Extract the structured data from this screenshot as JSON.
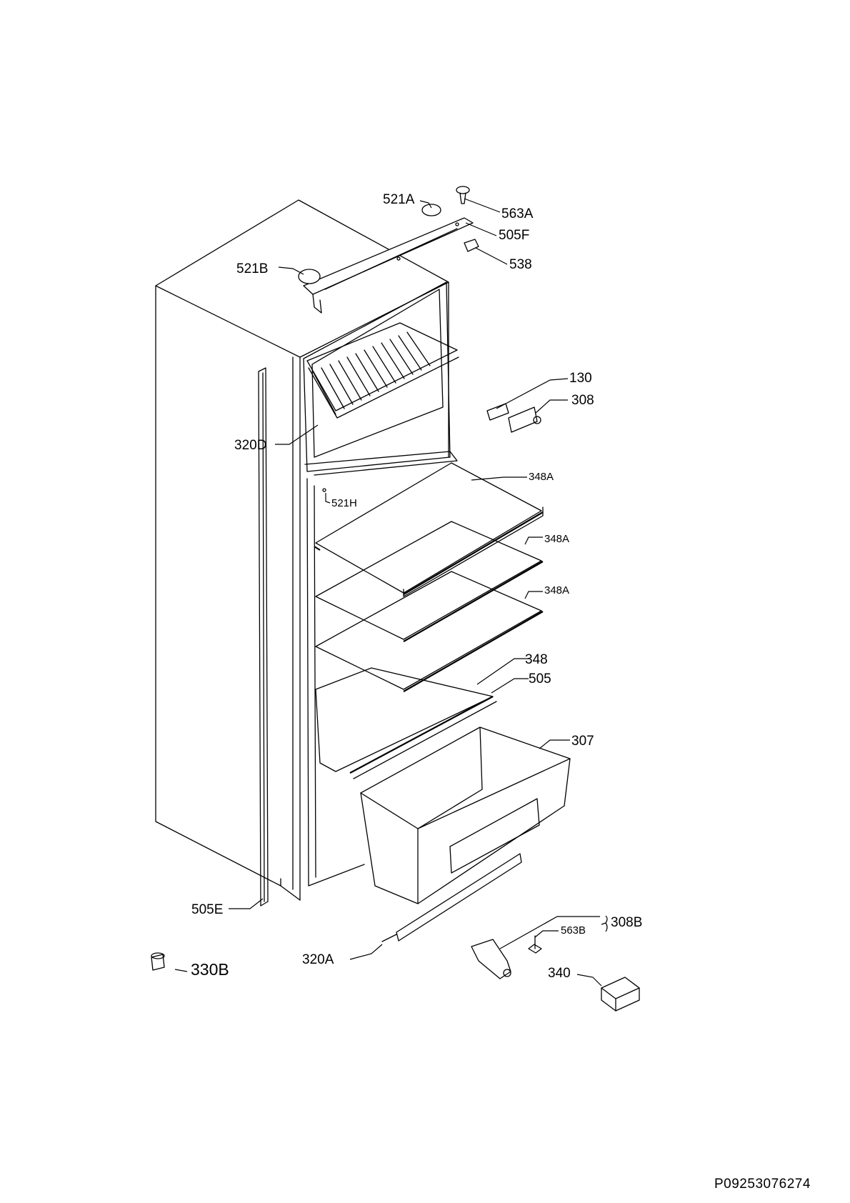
{
  "labels": {
    "p521A": "521A",
    "p563A": "563A",
    "p505F": "505F",
    "p538": "538",
    "p521B": "521B",
    "p130": "130",
    "p308": "308",
    "p320D": "320D",
    "p348A_1": "348A",
    "p521H": "521H",
    "p348A_2": "348A",
    "p348A_3": "348A",
    "p348": "348",
    "p505": "505",
    "p307": "307",
    "p505E": "505E",
    "p563B": "563B",
    "p308B": "308B",
    "p320A": "320A",
    "p330B": "330B",
    "p340": "340"
  },
  "document_ref": "P09253076274"
}
